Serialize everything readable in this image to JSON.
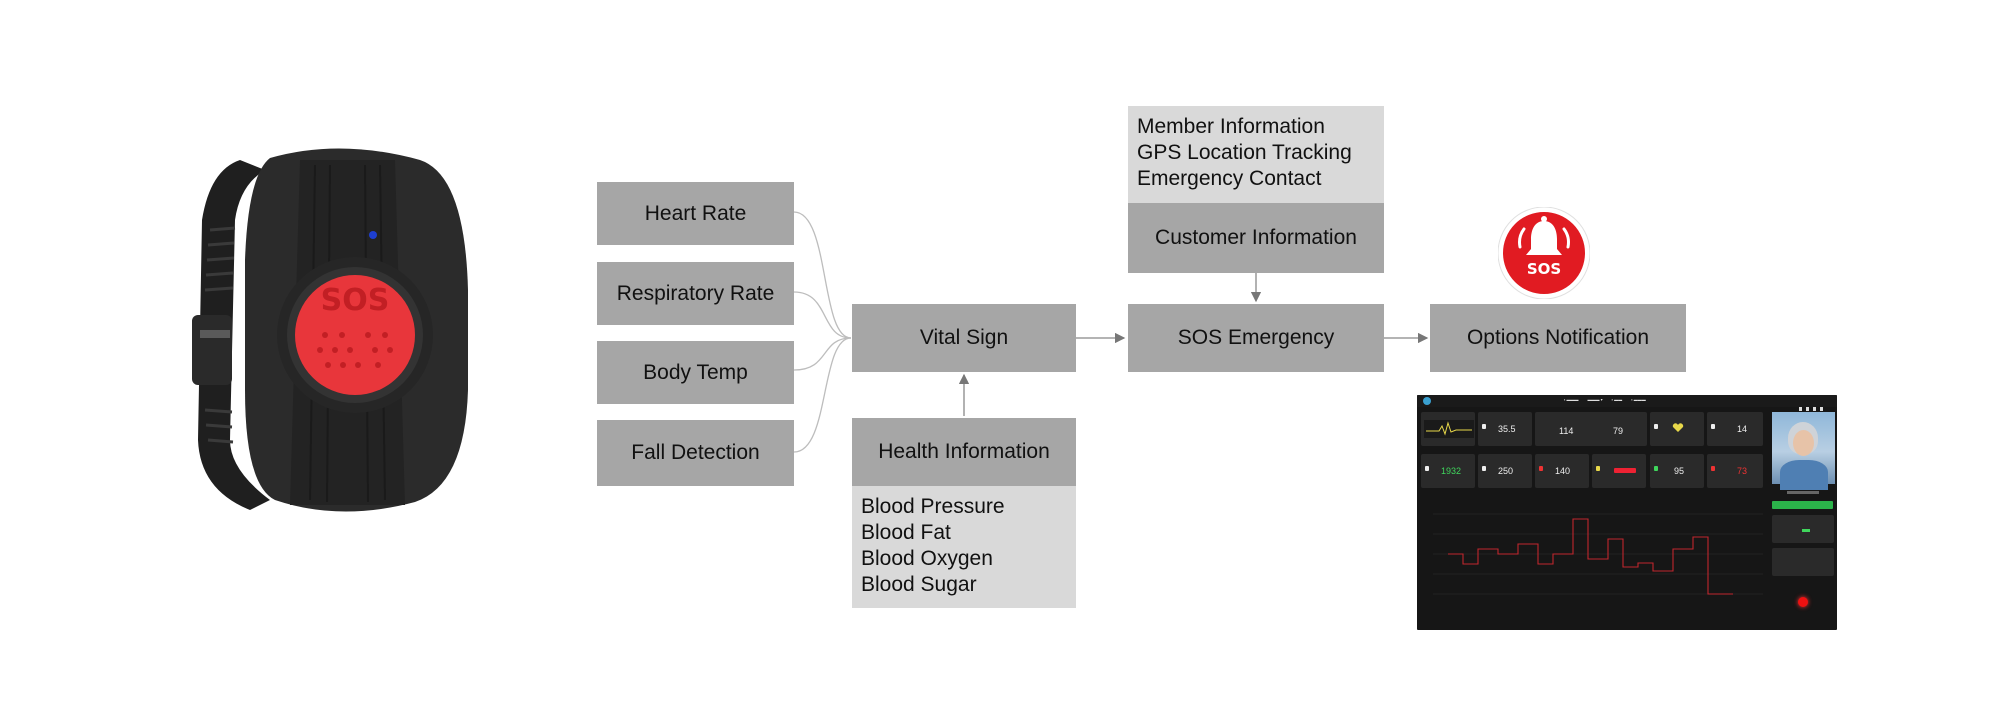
{
  "diagram": {
    "sensor_boxes": [
      "Heart Rate",
      "Respiratory Rate",
      "Body Temp",
      "Fall Detection"
    ],
    "vital_sign": "Vital Sign",
    "health_information": {
      "title": "Health Information",
      "items": [
        "Blood Pressure",
        "Blood Fat",
        "Blood Oxygen",
        "Blood Sugar"
      ]
    },
    "sos_emergency": "SOS Emergency",
    "customer_information": {
      "title": "Customer Information",
      "items": [
        "Member Information",
        "GPS Location Tracking",
        "Emergency Contact"
      ]
    },
    "options_notification": "Options Notification",
    "sos_badge": "SOS"
  },
  "device": {
    "button_label": "SOS",
    "button_color": "#e8363b",
    "body_color": "#2b2b2b"
  },
  "dashboard": {
    "cards": [
      {
        "value": "35.5"
      },
      {
        "value": "114"
      },
      {
        "value": "79"
      },
      {
        "value": "14"
      },
      {
        "value": "1932"
      },
      {
        "value": "250"
      },
      {
        "value": "140"
      },
      {
        "value": "95"
      },
      {
        "value": "73"
      }
    ],
    "accent": "#2bb34a"
  },
  "colors": {
    "box": "#a6a6a6",
    "lightbox": "#d9d9d9",
    "sos_red": "#e11b22"
  }
}
